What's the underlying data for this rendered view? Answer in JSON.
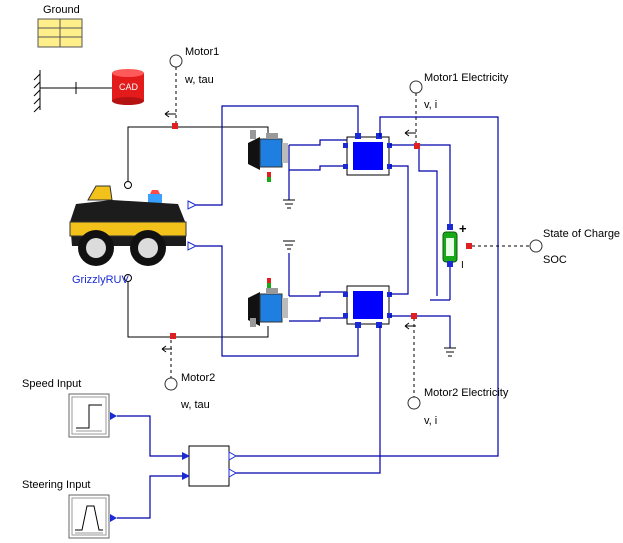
{
  "labels": {
    "ground": "Ground",
    "cad": "CAD",
    "motor1": "Motor1",
    "motor1_vars": "w, tau",
    "motor2": "Motor2",
    "motor2_vars": "w, tau",
    "motor1_elec": "Motor1 Electricity",
    "motor1_elec_vars": "v, i",
    "motor2_elec": "Motor2 Electricity",
    "motor2_elec_vars": "v, i",
    "soc_title": "State of Charge",
    "soc_var": "SOC",
    "vehicle": "GrizzlyRUV",
    "speed_input": "Speed Input",
    "steering_input": "Steering Input",
    "battery_plus": "+",
    "battery_minus": "I"
  },
  "colors": {
    "wire": "#0000aa",
    "signal": "#1a2bd6",
    "controller_fill": "#0000ff",
    "red_port": "#e02020",
    "vehicle_label": "#1a2bd6",
    "ground_fill": "#ffef8a",
    "cad_fill": "#e31b1b",
    "battery_fill": "#18a818"
  },
  "icons": {
    "ground": "grid-ground-icon",
    "cad": "cad-cylinder-icon",
    "vehicle": "utility-vehicle-icon",
    "motor": "motor-icon",
    "sensor": "sensor-probe-icon",
    "step": "step-signal-icon",
    "trapezoid": "trapezoid-signal-icon",
    "battery": "battery-icon"
  }
}
